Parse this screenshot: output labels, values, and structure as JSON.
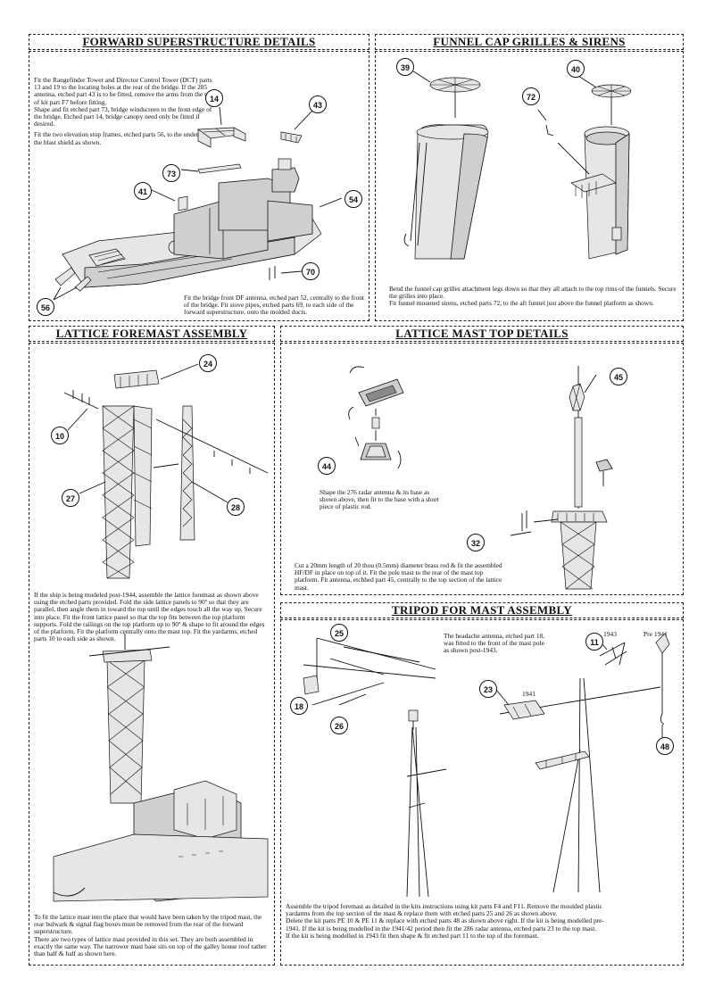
{
  "sections": {
    "forward": {
      "title": "FORWARD SUPERSTRUCTURE DETAILS",
      "para1": "Fit the Rangefinder Tower and Director Control Tower (DCT) parts 13 and 19 to the locating holes at the rear of the bridge. If the 285 antenna, etched part 43 is to be fitted, remove the arms from the top of kit part F7 before fitting.",
      "para2": "Shape and fit etched part 73, bridge windscreen to the front edge of the bridge. Etched part 14, bridge canopy need only be fitted if desired.",
      "para3": "Fit the two elevation stop frames, etched parts 56, to the underside of the blast shield as shown.",
      "para4": "Fit the bridge front DF antenna, etched part 52, centrally to the front of the bridge. Fit stove pipes, etched parts 69, to each side of the forward superstructure, onto the molded ducts.",
      "callouts": [
        "14",
        "43",
        "73",
        "41",
        "54",
        "70",
        "56"
      ]
    },
    "funnel": {
      "title": "FUNNEL CAP GRILLES & SIRENS",
      "para1": "Bend the funnel cap grilles attachment legs down so that they all attach to the top rims of the funnels. Secure the grilles into place.",
      "para2": "Fit funnel mounted sirens, etched parts 72, to the aft funnel just above the funnel platform as shown.",
      "callouts": [
        "39",
        "40",
        "72"
      ]
    },
    "lattice": {
      "title": "LATTICE FOREMAST ASSEMBLY",
      "para1": "If the ship is being modeled post-1944, assemble the lattice foremast as shown above using the etched parts provided. Fold the side lattice panels to 90º so that they are parallel, then angle them in toward the top until the edges touch all the way up. Secure into place. Fit the front lattice panel so that the top fits between the top platform supports. Fold the railings on the top platform up to 90º & shape to fit around the edges of the platform. Fit the platform centrally onto the mast top. Fit the yardarms, etched parts 10 to each side as shown.",
      "para2": "To fit the lattice mast into the place that would have been taken by the tripod mast, the rear bulwark & signal flag boxes must be removed from the rear of the forward superstructure.",
      "para3": "There are two types of lattice mast provided in this set. They are both assembled in exactly the same way. The narrower mast base sits on top of the galley house roof rather than half & half as shown here.",
      "callouts": [
        "24",
        "10",
        "27",
        "28"
      ]
    },
    "masttop": {
      "title": "LATTICE MAST TOP DETAILS",
      "para1": "Shape the 276 radar antenna & its base as shown above, then fit to the base with a short piece of plastic rod.",
      "para2": "Cut a 20mm length of 20 thou (0.5mm) diameter brass rod & fit the assembled HF/DF in place on top of it. Fit the pole mast to the rear of the mast top platform. Fit antenna, etchhed part 45, centrally to the top section of the lattice mast.",
      "callouts": [
        "45",
        "44",
        "32"
      ]
    },
    "tripod": {
      "title": "TRIPOD FOR MAST ASSEMBLY",
      "note": "The headache antenna, etched part 18, was fitted to the front of the mast pole as shown post-1943.",
      "para1": "Assemble the tripod foremast as detailed in the kits instructions using kit parts F4 and F11. Remove the moulded plastic yardarms from the top section of the mast & replace them with etched parts 25 and 26 as shown above.",
      "para2": "Delete the kit parts PE 10 & PE 11 & replace with etched parts 48 as shown above right. If the kit is being modelled pre-1941. If the kit is being modelled in the 1941/42 period then fit the 286 radar antenna, etched parts 23 to the top mast.",
      "para3": "If the kit is being modelled in 1943 fit then shape & fit etched part 11 to the top of the foremast.",
      "label_1943": "1943",
      "label_pre1941": "Pre 1941",
      "label_1941": "1941",
      "callouts": [
        "25",
        "11",
        "23",
        "18",
        "26",
        "48"
      ]
    }
  }
}
